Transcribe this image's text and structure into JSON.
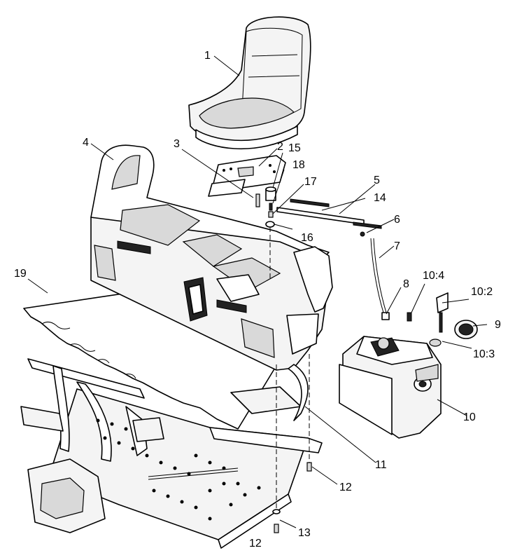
{
  "diagram": {
    "callouts": {
      "c1": "1",
      "c2": "2",
      "c3": "3",
      "c4": "4",
      "c5": "5",
      "c6": "6",
      "c7": "7",
      "c8": "8",
      "c9": "9",
      "c10": "10",
      "c10_2": "10:2",
      "c10_3": "10:3",
      "c10_4": "10:4",
      "c11": "11",
      "c12a": "12",
      "c12b": "12",
      "c13": "13",
      "c14": "14",
      "c15": "15",
      "c16": "16",
      "c17": "17",
      "c18": "18",
      "c19": "19"
    }
  }
}
